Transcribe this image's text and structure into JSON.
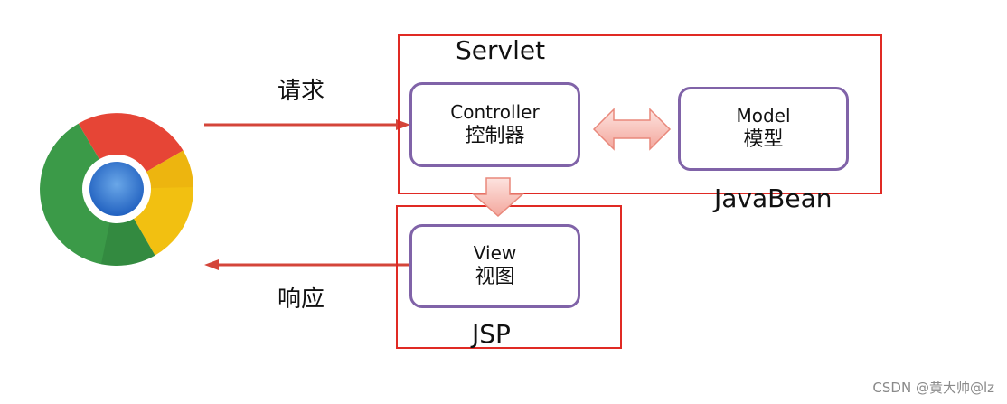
{
  "labels": {
    "request": "请求",
    "response": "响应",
    "servlet": "Servlet",
    "javabean": "JavaBean",
    "jsp": "JSP"
  },
  "nodes": {
    "controller": {
      "en": "Controller",
      "zh": "控制器"
    },
    "model": {
      "en": "Model",
      "zh": "模型"
    },
    "view": {
      "en": "View",
      "zh": "视图"
    }
  },
  "footer": "CSDN @黄大帅@lz",
  "icons": {
    "browser": "chrome-browser-icon"
  },
  "colors": {
    "group_border": "#e02a24",
    "node_border": "#8063a8",
    "arrow_line": "#d4453a",
    "block_arrow_fill": "#f8c3bd"
  }
}
